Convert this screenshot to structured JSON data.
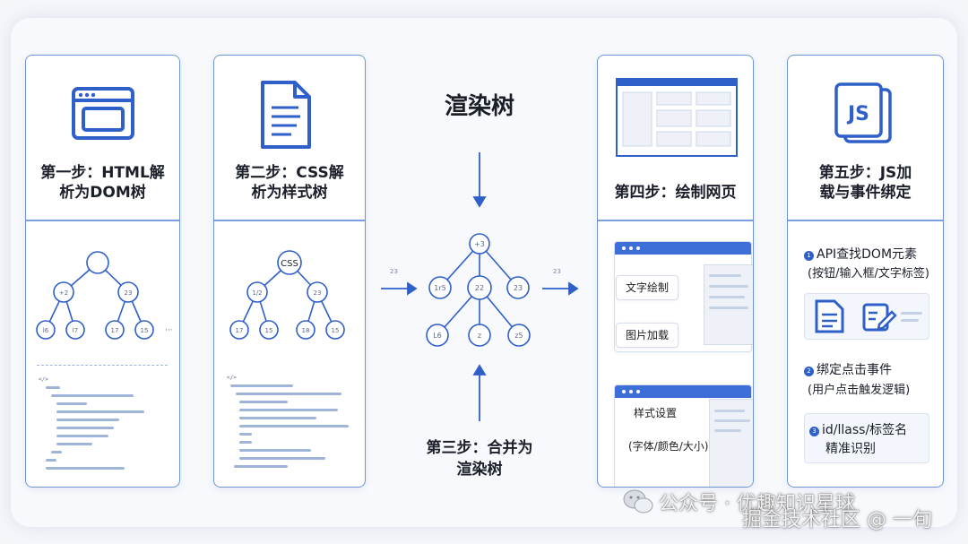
{
  "center": {
    "render_tree_title": "渲染树",
    "step3_line1": "第三步：合并为",
    "step3_line2": "渲染树",
    "tree_nodes": [
      "+3",
      "1r5",
      "22",
      "23",
      "L6",
      "z",
      "z5"
    ]
  },
  "steps": {
    "step1": {
      "line1": "第一步：HTML解",
      "line2": "析为DOM树",
      "tree_nodes": [
        "",
        "+2",
        "23",
        "l6",
        "l7",
        "17",
        "15"
      ],
      "ellipsis": "···"
    },
    "step2": {
      "line1": "第二步：CSS解",
      "line2": "析为样式树",
      "tree_nodes": [
        "CSS",
        "1/2",
        "23",
        "17",
        "15",
        "18",
        "15"
      ]
    },
    "step4": {
      "line1": "第四步：绘制网页",
      "pills": [
        "文字绘制",
        "图片加载",
        "样式设置",
        "(字体/颜色/大小)"
      ]
    },
    "step5": {
      "line1": "第五步：JS加",
      "line2": "载与事件绑定",
      "icon_text": "JS",
      "item1_line1": "API查找DOM元素",
      "item1_line2": "(按钮/输入框/文字标签)",
      "item2_line1": "绑定点击事件",
      "item2_line2": "(用户点击触发逻辑)",
      "item3_line1": "id/llass/标签名",
      "item3_line2": "精准识别",
      "bullets": [
        "1",
        "2",
        "3"
      ]
    }
  },
  "arrows": {
    "left_label": "23",
    "right_label": "23"
  },
  "code": {
    "left_tag": "</>",
    "right_tag": "</>"
  },
  "watermark": {
    "text1": "公众号 · 优趣知识星球",
    "text2": "掘金技术社区 @ 一旬"
  },
  "colors": {
    "accent": "#2f5fc9",
    "border": "#6f95d8",
    "background": "#f4f6fa"
  }
}
